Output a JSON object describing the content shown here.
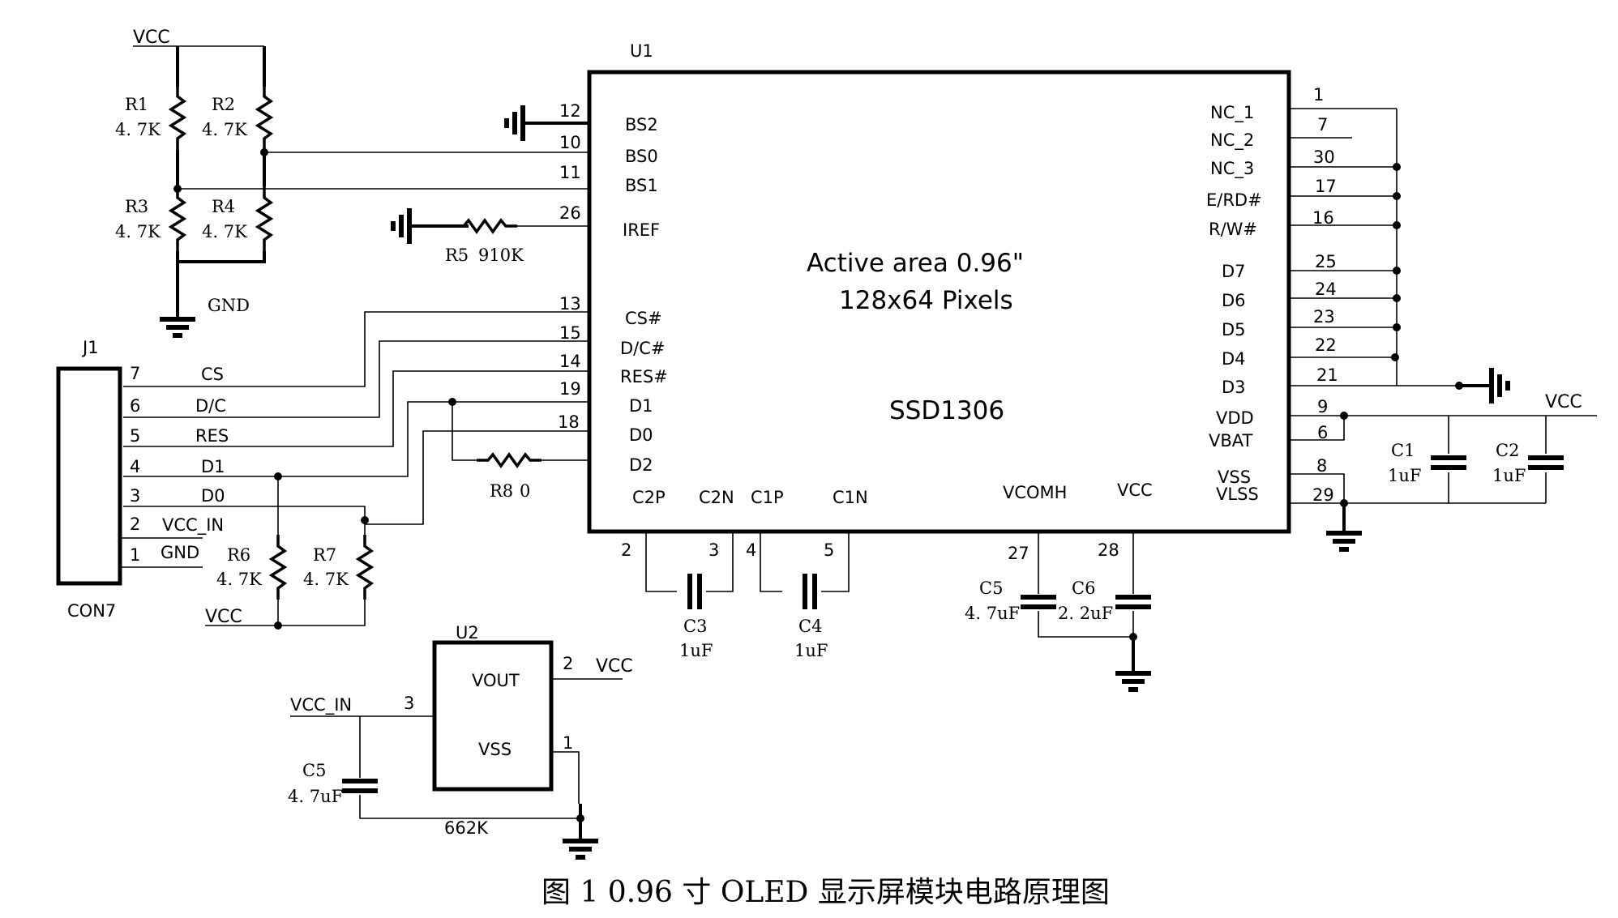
{
  "u1": {
    "ref": "U1",
    "chip": "SSD1306",
    "active_area": "Active  area  0.96\"",
    "pixels": "128x64 Pixels",
    "left_pins": [
      {
        "num": "12",
        "name": "BS2"
      },
      {
        "num": "10",
        "name": "BS0"
      },
      {
        "num": "11",
        "name": "BS1"
      },
      {
        "num": "26",
        "name": "IREF"
      },
      {
        "num": "13",
        "name": "CS#"
      },
      {
        "num": "15",
        "name": "D/C#"
      },
      {
        "num": "14",
        "name": "RES#"
      },
      {
        "num": "19",
        "name": "D1"
      },
      {
        "num": "18",
        "name": "D0"
      },
      {
        "num": "",
        "name": "D2"
      }
    ],
    "right_pins": [
      {
        "num": "1",
        "name": "NC_1"
      },
      {
        "num": "7",
        "name": "NC_2"
      },
      {
        "num": "30",
        "name": "NC_3"
      },
      {
        "num": "17",
        "name": "E/RD#"
      },
      {
        "num": "16",
        "name": "R/W#"
      },
      {
        "num": "25",
        "name": "D7"
      },
      {
        "num": "24",
        "name": "D6"
      },
      {
        "num": "23",
        "name": "D5"
      },
      {
        "num": "22",
        "name": "D4"
      },
      {
        "num": "21",
        "name": "D3"
      },
      {
        "num": "9",
        "name": "VDD"
      },
      {
        "num": "6",
        "name": "VBAT"
      },
      {
        "num": "8",
        "name": "VSS"
      },
      {
        "num": "29",
        "name": "VLSS"
      }
    ],
    "bottom_pins": [
      {
        "num": "2",
        "name": "C2P"
      },
      {
        "num": "3",
        "name": "C2N"
      },
      {
        "num": "4",
        "name": "C1P"
      },
      {
        "num": "5",
        "name": "C1N"
      },
      {
        "num": "27",
        "name": "VCOMH"
      },
      {
        "num": "28",
        "name": "VCC"
      }
    ]
  },
  "j1": {
    "ref": "J1",
    "type": "CON7",
    "pins": [
      {
        "num": "7",
        "name": "CS"
      },
      {
        "num": "6",
        "name": "D/C"
      },
      {
        "num": "5",
        "name": "RES"
      },
      {
        "num": "4",
        "name": "D1"
      },
      {
        "num": "3",
        "name": "D0"
      },
      {
        "num": "2",
        "name": "VCC_IN"
      },
      {
        "num": "1",
        "name": "GND"
      }
    ]
  },
  "u2": {
    "ref": "U2",
    "vout": "VOUT",
    "vss": "VSS",
    "pin_in": "3",
    "pin_out": "2",
    "pin_gnd": "1",
    "in_net": "VCC_IN",
    "out_net": "VCC",
    "note": "662K"
  },
  "resistors": [
    {
      "ref": "R1",
      "value": "4. 7K"
    },
    {
      "ref": "R2",
      "value": "4. 7K"
    },
    {
      "ref": "R3",
      "value": "4. 7K"
    },
    {
      "ref": "R4",
      "value": "4. 7K"
    },
    {
      "ref": "R5",
      "value": "910K"
    },
    {
      "ref": "R6",
      "value": "4. 7K"
    },
    {
      "ref": "R7",
      "value": "4. 7K"
    },
    {
      "ref": "R8",
      "value": "0"
    }
  ],
  "capacitors": [
    {
      "ref": "C1",
      "value": "1uF"
    },
    {
      "ref": "C2",
      "value": "1uF"
    },
    {
      "ref": "C3",
      "value": "1uF"
    },
    {
      "ref": "C4",
      "value": "1uF"
    },
    {
      "ref": "C5",
      "value": "4. 7uF"
    },
    {
      "ref": "C6",
      "value": "2. 2uF"
    },
    {
      "ref": "C5",
      "value": "4. 7uF"
    }
  ],
  "nets": {
    "vcc": "VCC",
    "gnd": "GND",
    "vcc_in": "VCC_IN"
  },
  "caption": "图 1  0.96 寸 OLED 显示屏模块电路原理图"
}
